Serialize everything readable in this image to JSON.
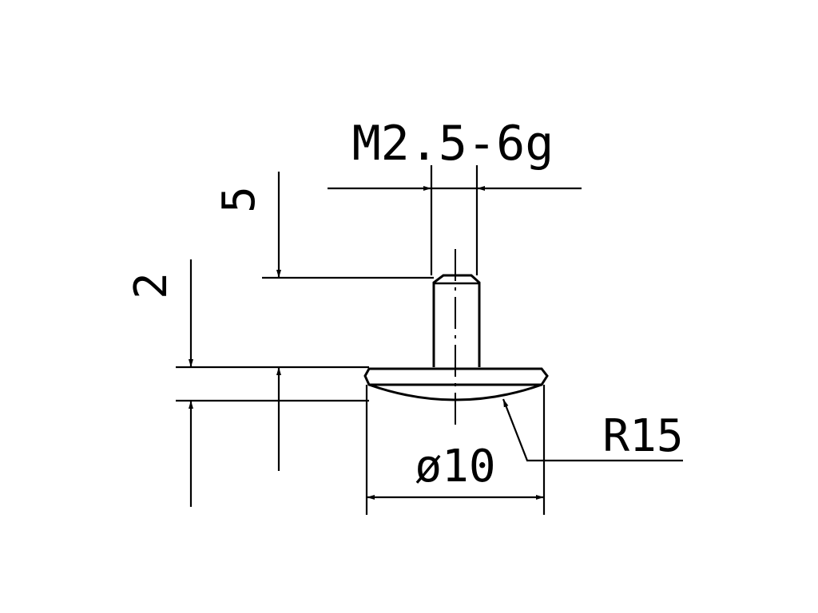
{
  "diagram": {
    "labels": {
      "thread": "M2.5-6g",
      "radius": "R15",
      "diameter": "ø10",
      "height_total": "5",
      "height_head": "2"
    },
    "colors": {
      "line": "#000000",
      "background": "#ffffff"
    }
  }
}
